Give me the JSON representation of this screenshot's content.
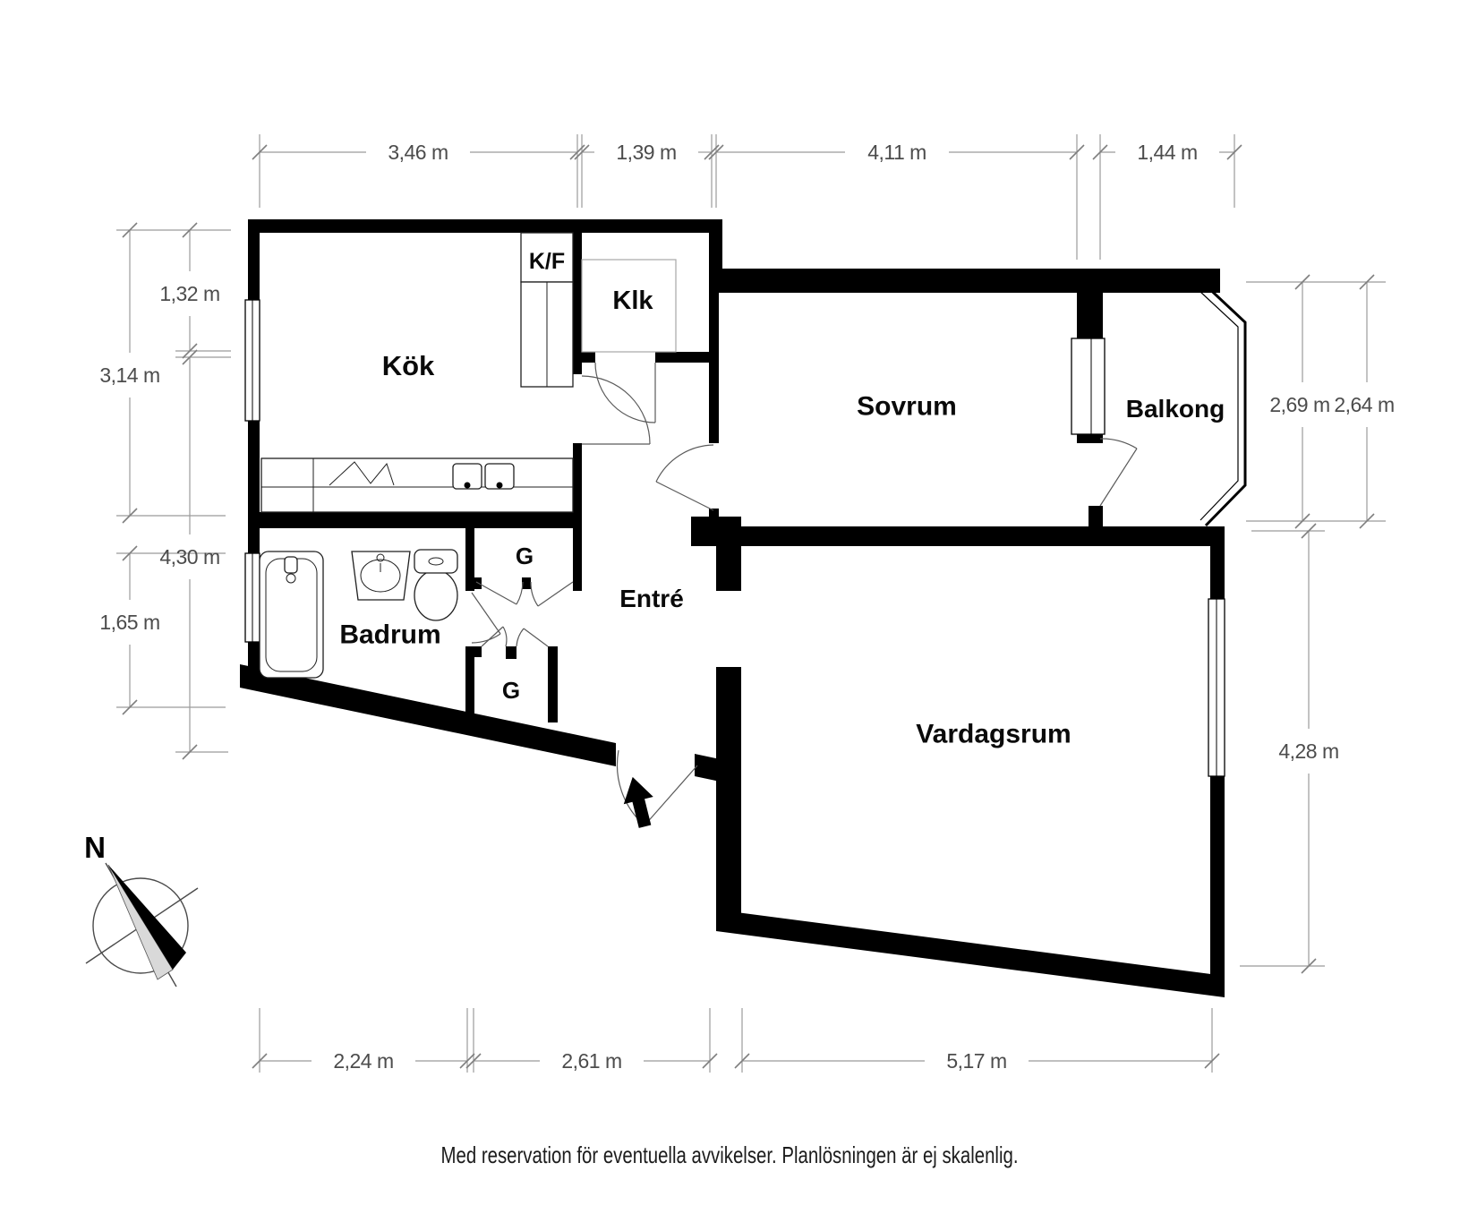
{
  "page": {
    "footer": "Med reservation för eventuella avvikelser. Planlösningen är ej skalenlig."
  },
  "floorplan": {
    "rooms": {
      "kitchen": "Kök",
      "fridge_freezer": "K/F",
      "closet": "Klk",
      "bedroom": "Sovrum",
      "balcony": "Balkong",
      "bathroom": "Badrum",
      "wardrobe_top": "G",
      "wardrobe_bottom": "G",
      "entry": "Entré",
      "living_room": "Vardagsrum"
    },
    "compass": {
      "north": "N"
    },
    "dims": {
      "top": [
        "3,46 m",
        "1,39 m",
        "4,11 m",
        "1,44 m"
      ],
      "left_outer": [
        "3,14 m",
        "1,65 m"
      ],
      "left_inner": [
        "1,32 m",
        "4,30 m"
      ],
      "right_upper": [
        "2,69 m",
        "2,64 m"
      ],
      "right_lower": [
        "4,28 m"
      ],
      "bottom": [
        "2,24 m",
        "2,61 m",
        "5,17 m"
      ]
    },
    "colors": {
      "wall": "#000000",
      "dim_line": "#9b9b9b",
      "dim_text": "#4c4c4c",
      "accent": "#000000"
    }
  }
}
